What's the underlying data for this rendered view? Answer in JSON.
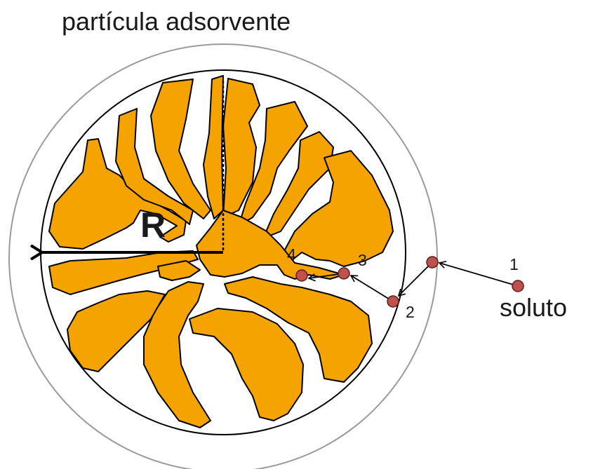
{
  "title": "partícula adsorvente",
  "radius_label": "R",
  "solute_label": "soluto",
  "steps": [
    "1",
    "2",
    "3",
    "4"
  ],
  "colors": {
    "particle_fill": "#f5a300",
    "solute_dot": "#c0504d",
    "outer_ring": "#9a9a9a",
    "lines": "#000000"
  }
}
